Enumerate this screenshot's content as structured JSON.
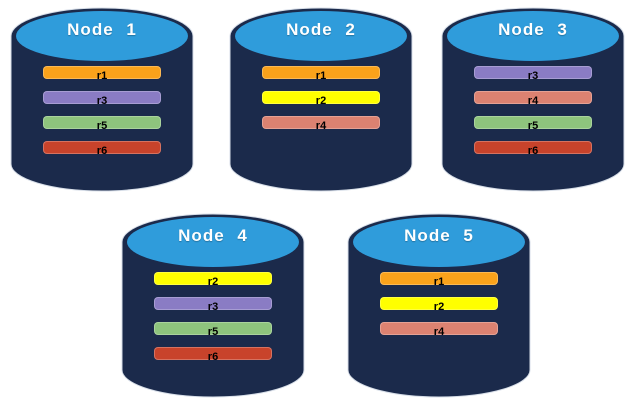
{
  "palette": {
    "cylinder_body": "#1B2A4B",
    "cylinder_top": "#2F9CDB",
    "cylinder_outline": "#D7DEE8",
    "record_text": "#000000",
    "title_text": "#FFFFFF"
  },
  "record_colors": {
    "r1": "#FAA21B",
    "r2": "#FFFF00",
    "r3": "#8A7CC4",
    "r4": "#DC8271",
    "r5": "#8EC47D",
    "r6": "#C8432B"
  },
  "nodes": [
    {
      "label": "Node 1",
      "records": [
        {
          "id": "r1",
          "color": "#FAA21B"
        },
        {
          "id": "r3",
          "color": "#8A7CC4"
        },
        {
          "id": "r5",
          "color": "#8EC47D"
        },
        {
          "id": "r6",
          "color": "#C8432B"
        }
      ]
    },
    {
      "label": "Node 2",
      "records": [
        {
          "id": "r1",
          "color": "#FAA21B"
        },
        {
          "id": "r2",
          "color": "#FFFF00"
        },
        {
          "id": "r4",
          "color": "#DC8271"
        }
      ]
    },
    {
      "label": "Node 3",
      "records": [
        {
          "id": "r3",
          "color": "#8A7CC4"
        },
        {
          "id": "r4",
          "color": "#DC8271"
        },
        {
          "id": "r5",
          "color": "#8EC47D"
        },
        {
          "id": "r6",
          "color": "#C8432B"
        }
      ]
    },
    {
      "label": "Node 4",
      "records": [
        {
          "id": "r2",
          "color": "#FFFF00"
        },
        {
          "id": "r3",
          "color": "#8A7CC4"
        },
        {
          "id": "r5",
          "color": "#8EC47D"
        },
        {
          "id": "r6",
          "color": "#C8432B"
        }
      ]
    },
    {
      "label": "Node 5",
      "records": [
        {
          "id": "r1",
          "color": "#FAA21B"
        },
        {
          "id": "r2",
          "color": "#FFFF00"
        },
        {
          "id": "r4",
          "color": "#DC8271"
        }
      ]
    }
  ]
}
